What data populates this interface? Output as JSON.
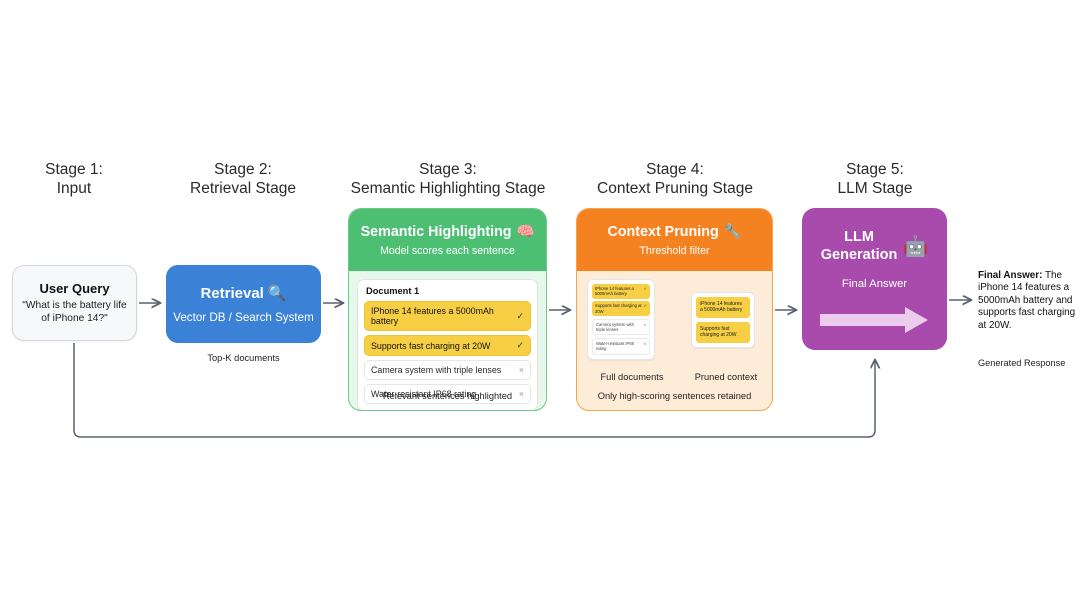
{
  "stages": [
    {
      "number": "Stage 1:",
      "name": "Input"
    },
    {
      "number": "Stage 2:",
      "name": "Retrieval Stage"
    },
    {
      "number": "Stage 3:",
      "name": "Semantic Highlighting Stage"
    },
    {
      "number": "Stage 4:",
      "name": "Context Pruning Stage"
    },
    {
      "number": "Stage 5:",
      "name": "LLM Stage"
    }
  ],
  "user_query": {
    "title": "User Query",
    "text": "\"What is the battery life of iPhone 14?\""
  },
  "retrieval": {
    "title": "Retrieval",
    "icon": "magnifying-glass",
    "subtitle": "Vector DB / Search System",
    "caption": "Top-K documents"
  },
  "semantic": {
    "title": "Semantic Highlighting",
    "icon": "brain",
    "subtitle": "Model scores each sentence",
    "doc_label": "Document 1",
    "sentences": [
      {
        "text": "IPhone 14 features a 5000mAh battery",
        "highlighted": true,
        "mark": "✓"
      },
      {
        "text": "Supports fast charging at 20W",
        "highlighted": true,
        "mark": "✓"
      },
      {
        "text": "Camera system with triple lenses",
        "highlighted": false,
        "mark": "×"
      },
      {
        "text": "Water-resistant IP68 rating",
        "highlighted": false,
        "mark": "×"
      }
    ],
    "footnote": "Relevant sentences highlighted"
  },
  "pruning": {
    "title": "Context Pruning",
    "icon": "funnel",
    "subtitle": "Threshold filter",
    "full_docs_label": "Full documents",
    "pruned_label": "Pruned context",
    "full_docs": [
      {
        "text": "IPhone 14 features a 5000mAh battery",
        "highlighted": true,
        "mark": "✓"
      },
      {
        "text": "Supports fast charging at 20W",
        "highlighted": true,
        "mark": "✓"
      },
      {
        "text": "Camera system with triple lenses",
        "highlighted": false,
        "mark": "×"
      },
      {
        "text": "Water-resistant IP68 rating",
        "highlighted": false,
        "mark": "×"
      }
    ],
    "pruned": [
      {
        "text": "iPhone 14 features a 5000mAh battery",
        "highlighted": true
      },
      {
        "text": "Supports fast charging at 20W",
        "highlighted": true
      }
    ],
    "footnote": "Only high-scoring sentences retained"
  },
  "llm": {
    "title_line1": "LLM",
    "title_line2": "Generation",
    "icon": "ai-chip",
    "subtitle": "Final Answer"
  },
  "output": {
    "heading": "Final Answer:",
    "text": "The iPhone 14 features a 5000mAh battery and supports fast charging at 20W.",
    "caption": "Generated Response"
  },
  "colors": {
    "retrieval_blue": "#3b82d6",
    "semantic_green": "#4cbf73",
    "semantic_body": "#e6f8ec",
    "pruning_orange": "#f58220",
    "pruning_body": "#fdecd7",
    "llm_purple": "#a84bac",
    "highlight_yellow": "#f7cf45",
    "arrow_gray": "#5a6270"
  }
}
